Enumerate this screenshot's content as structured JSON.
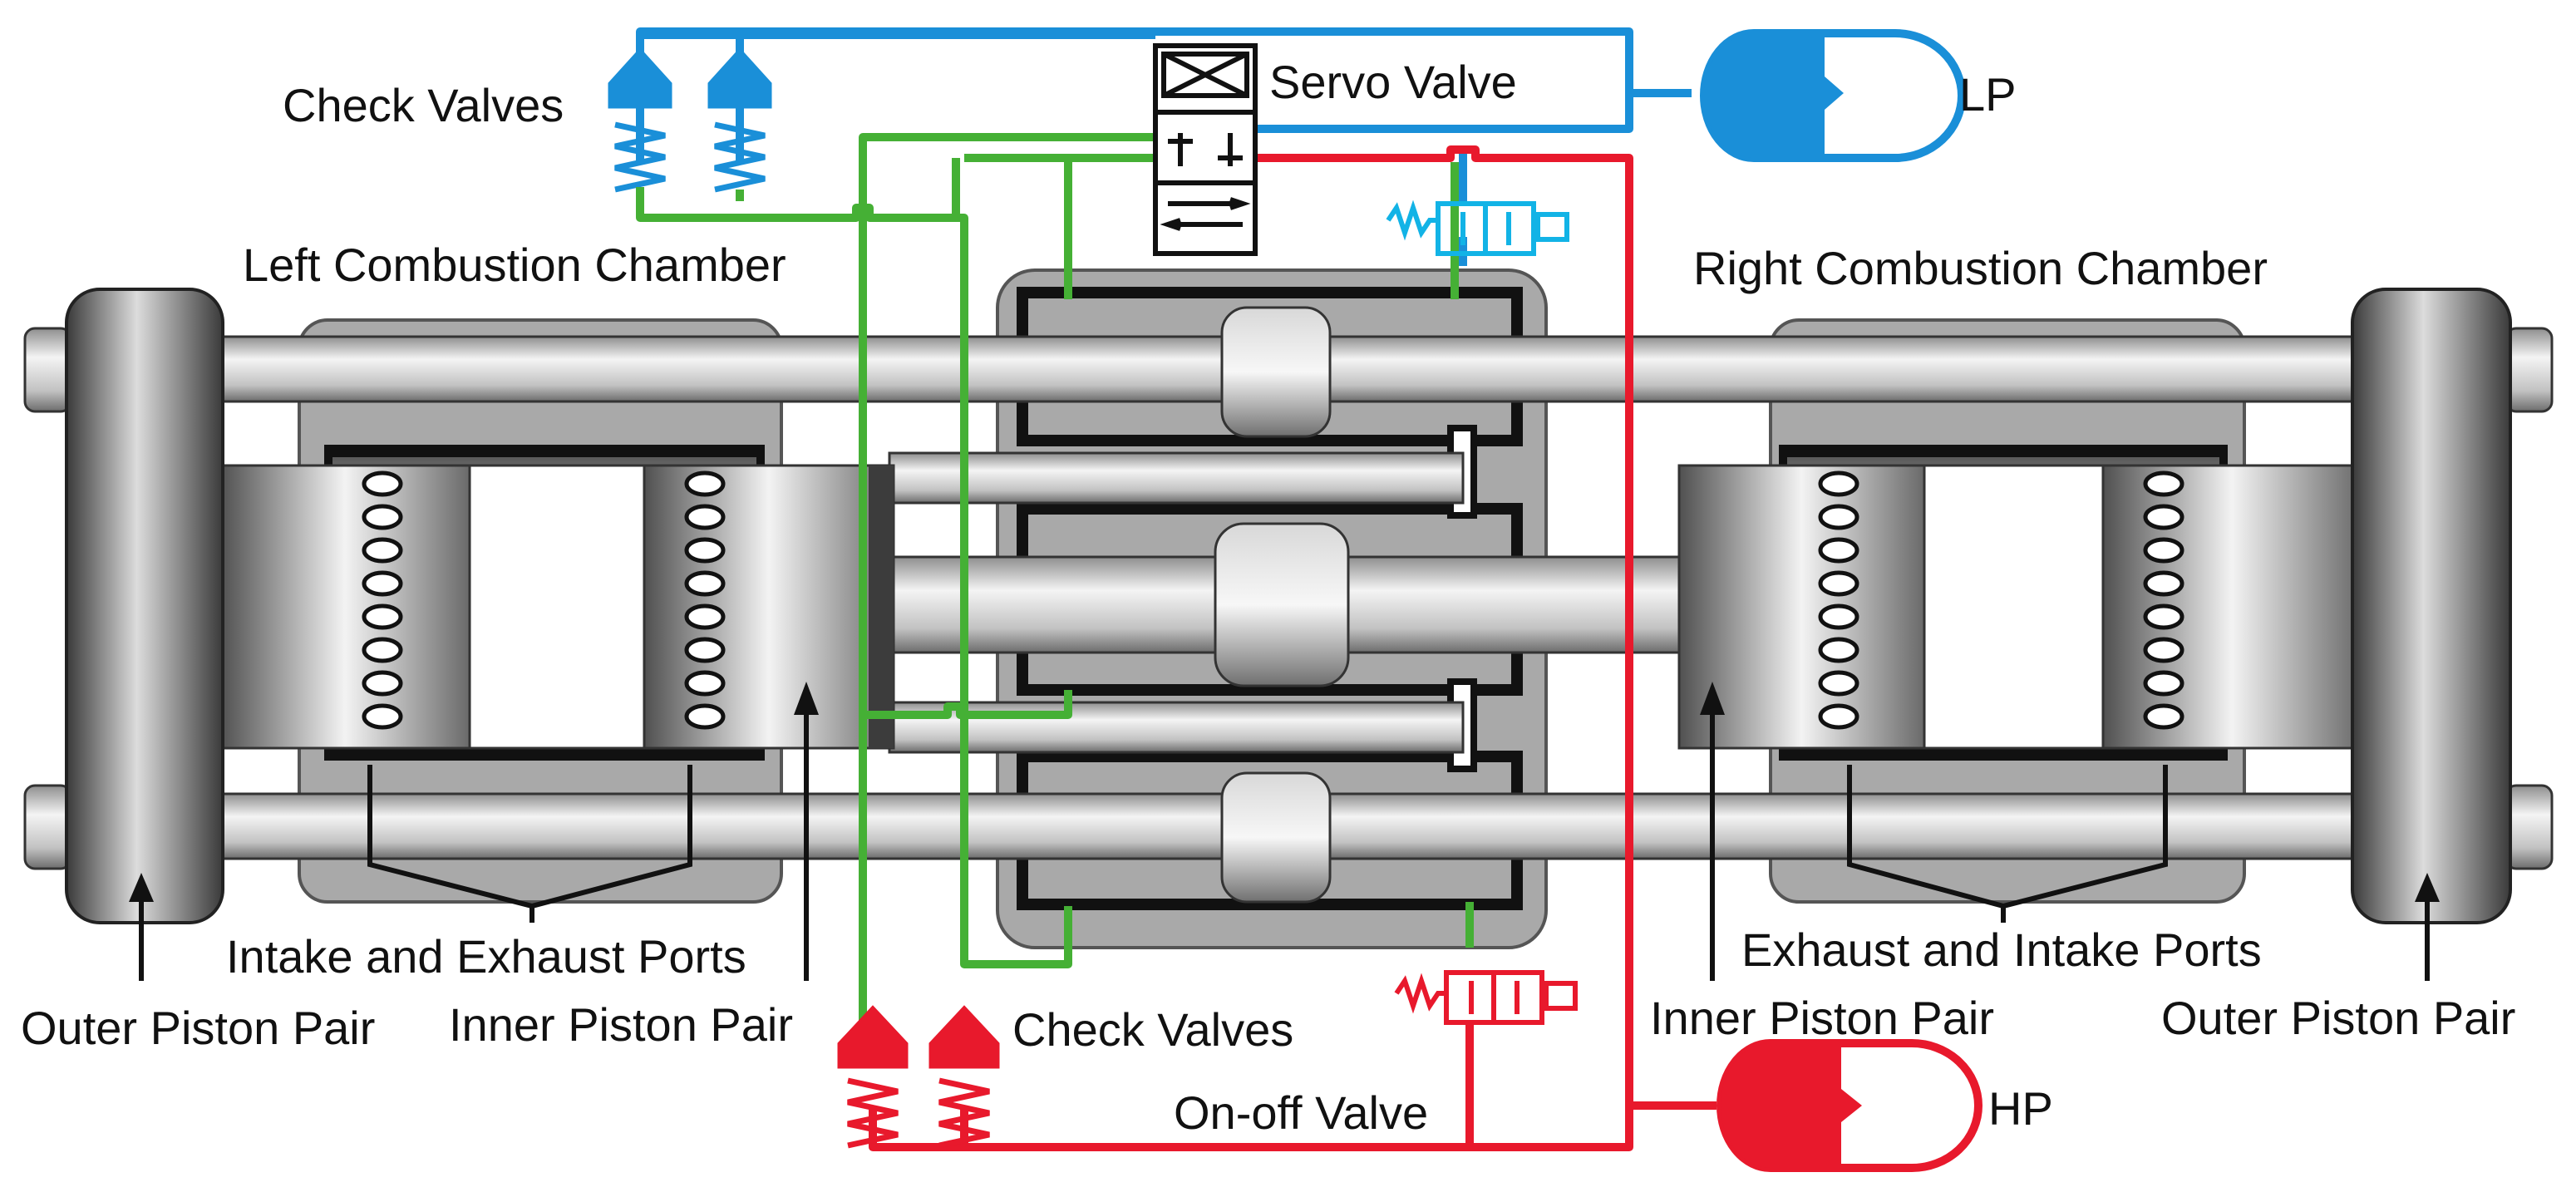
{
  "labels": {
    "check_valves_top": "Check Valves",
    "servo_valve": "Servo Valve",
    "lp": "LP",
    "left_chamber": "Left Combustion Chamber",
    "right_chamber": "Right Combustion Chamber",
    "intake_exhaust_ports": "Intake and Exhaust Ports",
    "exhaust_intake_ports": "Exhaust and Intake Ports",
    "outer_piston_pair_left": "Outer Piston Pair",
    "inner_piston_pair_left": "Inner Piston Pair",
    "check_valves_bottom": "Check Valves",
    "inner_piston_pair_right": "Inner Piston Pair",
    "outer_piston_pair_right": "Outer Piston Pair",
    "on_off_valve": "On-off Valve",
    "hp": "HP"
  },
  "colors": {
    "low_pressure_line": "#1a8fd8",
    "high_pressure_line": "#e8192c",
    "return_line": "#45b035",
    "solenoid_valve_blue": "#12b3e6",
    "housing": "#a9a9a9",
    "frame": "#111111"
  }
}
